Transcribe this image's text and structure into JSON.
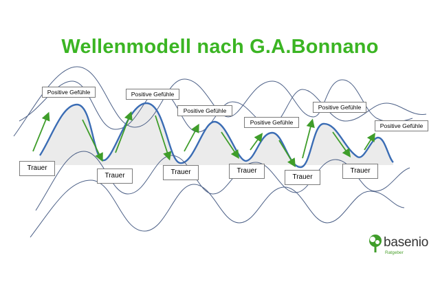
{
  "title": "Wellenmodell nach G.A.Bonnano",
  "labels": {
    "positive": "Positive Gefühle",
    "trauer": "Trauer"
  },
  "logo": {
    "word": "basenio",
    "sub": "Ratgeber"
  },
  "colors": {
    "title": "#3bb523",
    "main_wave": "#3a6cb4",
    "envelope": "#4b5f86",
    "arrow": "#3f9d2a",
    "fill": "#ebebeb"
  }
}
